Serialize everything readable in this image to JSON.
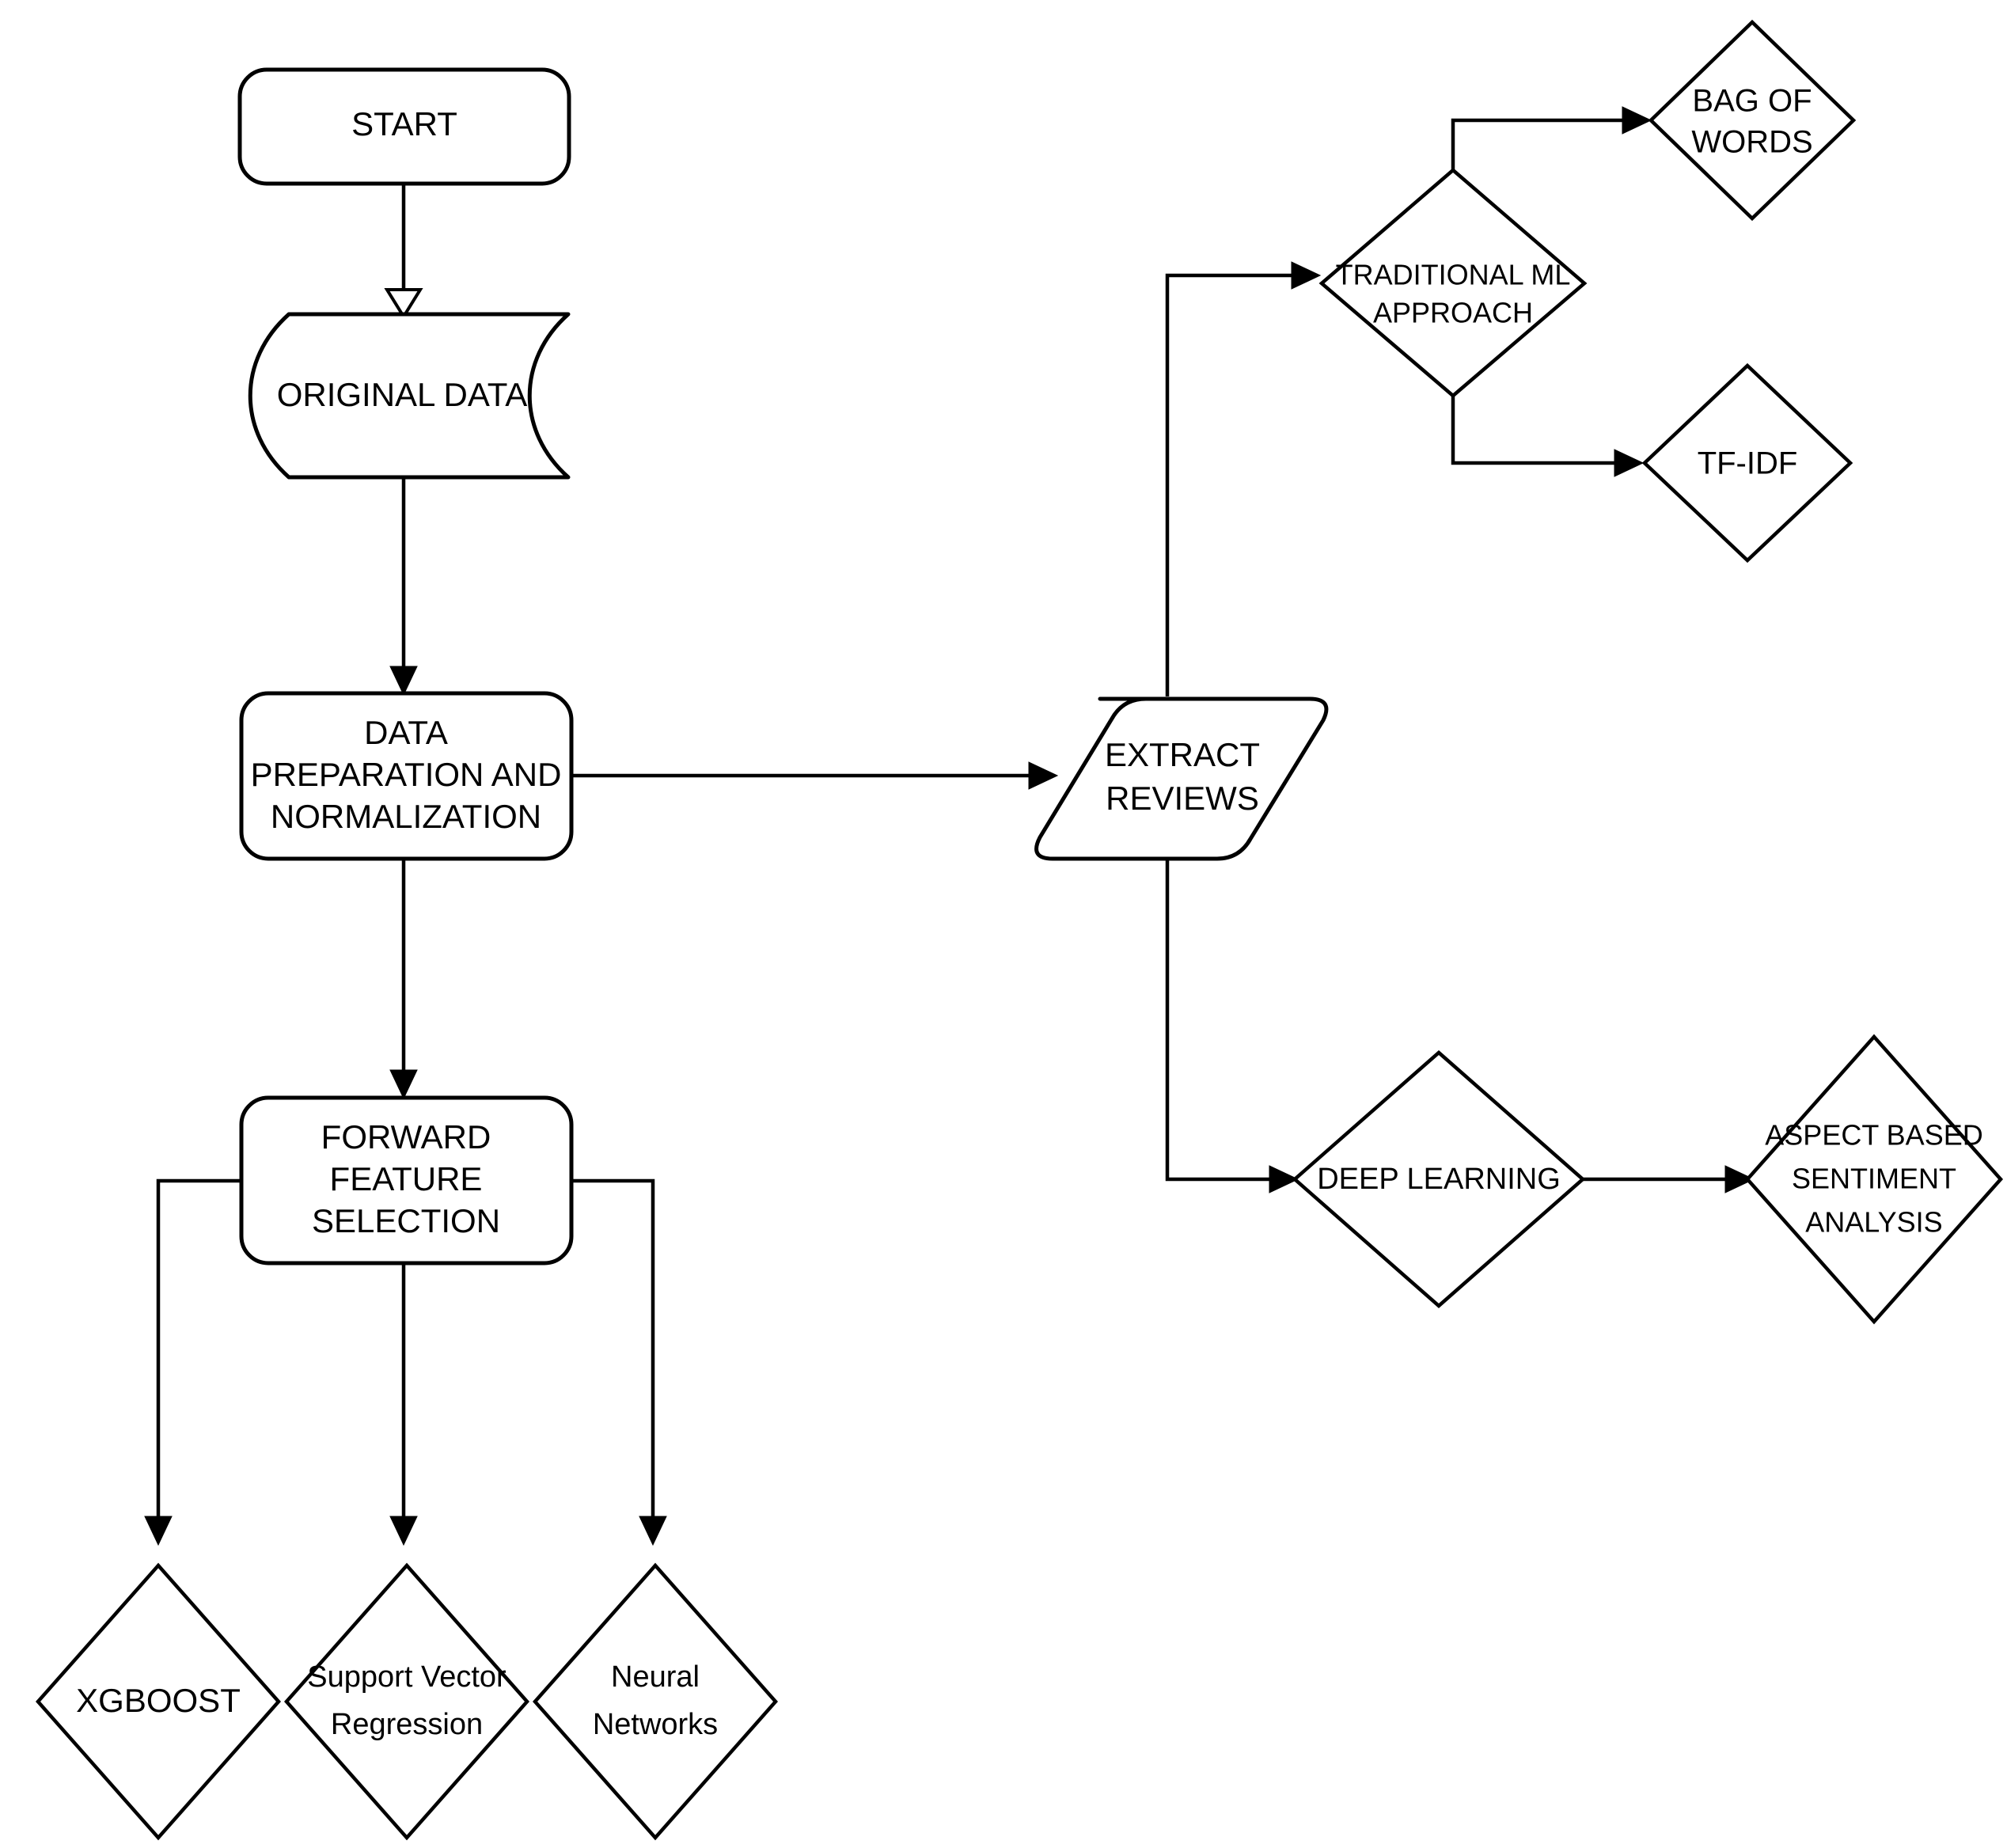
{
  "diagram": {
    "title": "Sentiment Analysis and Price Prediction Methodology Flowchart",
    "background_color": "#ffffff",
    "stroke_color": "#000000",
    "fill_color": "#ffffff"
  },
  "nodes": {
    "start": {
      "label": "START",
      "shape": "rounded-rectangle"
    },
    "original_data": {
      "label": "ORIGINAL DATA",
      "shape": "tape-document"
    },
    "data_preparation": {
      "line1": "DATA",
      "line2": "PREPARATION AND",
      "line3": "NORMALIZATION",
      "shape": "rounded-rectangle"
    },
    "forward_feature_selection": {
      "line1": "FORWARD",
      "line2": "FEATURE",
      "line3": "SELECTION",
      "shape": "rounded-rectangle"
    },
    "xgboost": {
      "label": "XGBOOST",
      "shape": "diamond"
    },
    "support_vector_regression": {
      "line1": "Support Vector",
      "line2": "Regression",
      "shape": "diamond"
    },
    "neural_networks": {
      "line1": "Neural",
      "line2": "Networks",
      "shape": "diamond"
    },
    "extract_reviews": {
      "line1": "EXTRACT",
      "line2": "REVIEWS",
      "shape": "parallelogram"
    },
    "traditional_ml_approach": {
      "line1": "TRADITIONAL ML",
      "line2": "APPROACH",
      "shape": "diamond"
    },
    "bag_of_words": {
      "line1": "BAG OF",
      "line2": "WORDS",
      "shape": "diamond"
    },
    "tf_idf": {
      "label": "TF-IDF",
      "shape": "diamond"
    },
    "deep_learning": {
      "label": "DEEP LEARNING",
      "shape": "diamond"
    },
    "aspect_based_sentiment_analysis": {
      "line1": "ASPECT BASED",
      "line2": "SENTIMENT",
      "line3": "ANALYSIS",
      "shape": "diamond"
    }
  },
  "edges": [
    {
      "from": "start",
      "to": "original_data",
      "arrow": "hollow"
    },
    {
      "from": "original_data",
      "to": "data_preparation",
      "arrow": "solid"
    },
    {
      "from": "data_preparation",
      "to": "forward_feature_selection",
      "arrow": "solid"
    },
    {
      "from": "data_preparation",
      "to": "extract_reviews",
      "arrow": "solid"
    },
    {
      "from": "forward_feature_selection",
      "to": "xgboost",
      "arrow": "solid"
    },
    {
      "from": "forward_feature_selection",
      "to": "support_vector_regression",
      "arrow": "solid"
    },
    {
      "from": "forward_feature_selection",
      "to": "neural_networks",
      "arrow": "solid"
    },
    {
      "from": "extract_reviews",
      "to": "traditional_ml_approach",
      "arrow": "solid"
    },
    {
      "from": "extract_reviews",
      "to": "deep_learning",
      "arrow": "solid"
    },
    {
      "from": "traditional_ml_approach",
      "to": "bag_of_words",
      "arrow": "solid"
    },
    {
      "from": "traditional_ml_approach",
      "to": "tf_idf",
      "arrow": "solid"
    },
    {
      "from": "deep_learning",
      "to": "aspect_based_sentiment_analysis",
      "arrow": "solid"
    }
  ]
}
